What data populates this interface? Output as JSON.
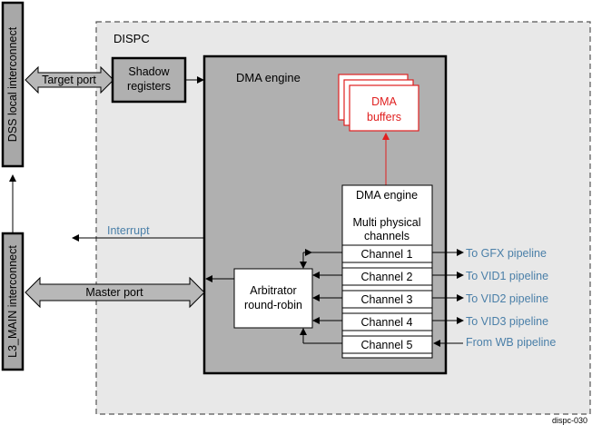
{
  "diagram": {
    "dispc_label": "DISPC",
    "dss_interconnect": "DSS local interconnect",
    "l3_interconnect": "L3_MAIN interconnect",
    "target_port": "Target port",
    "master_port": "Master port",
    "shadow_registers": [
      "Shadow",
      "registers"
    ],
    "dma_engine_title": "DMA engine",
    "dma_buffers": [
      "DMA",
      "buffers"
    ],
    "dma_engine_inner": "DMA engine",
    "multi_physical": [
      "Multi physical",
      "channels"
    ],
    "interrupt": "Interrupt",
    "arbitrator": [
      "Arbitrator",
      "round-robin"
    ],
    "channels": [
      {
        "name": "Channel 1",
        "route": "To GFX pipeline"
      },
      {
        "name": "Channel 2",
        "route": "To VID1 pipeline"
      },
      {
        "name": "Channel 3",
        "route": "To VID2 pipeline"
      },
      {
        "name": "Channel 4",
        "route": "To VID3 pipeline"
      },
      {
        "name": "Channel 5",
        "route": "From WB pipeline"
      }
    ],
    "figure_id": "dispc-030",
    "colors": {
      "outer_region_fill": "#e8e8e8",
      "dma_engine_fill": "#b0b0b0",
      "interconnect_fill": "#a8a8a8",
      "buffer_red": "#e02020",
      "route_blue": "#4a7fa8"
    }
  }
}
